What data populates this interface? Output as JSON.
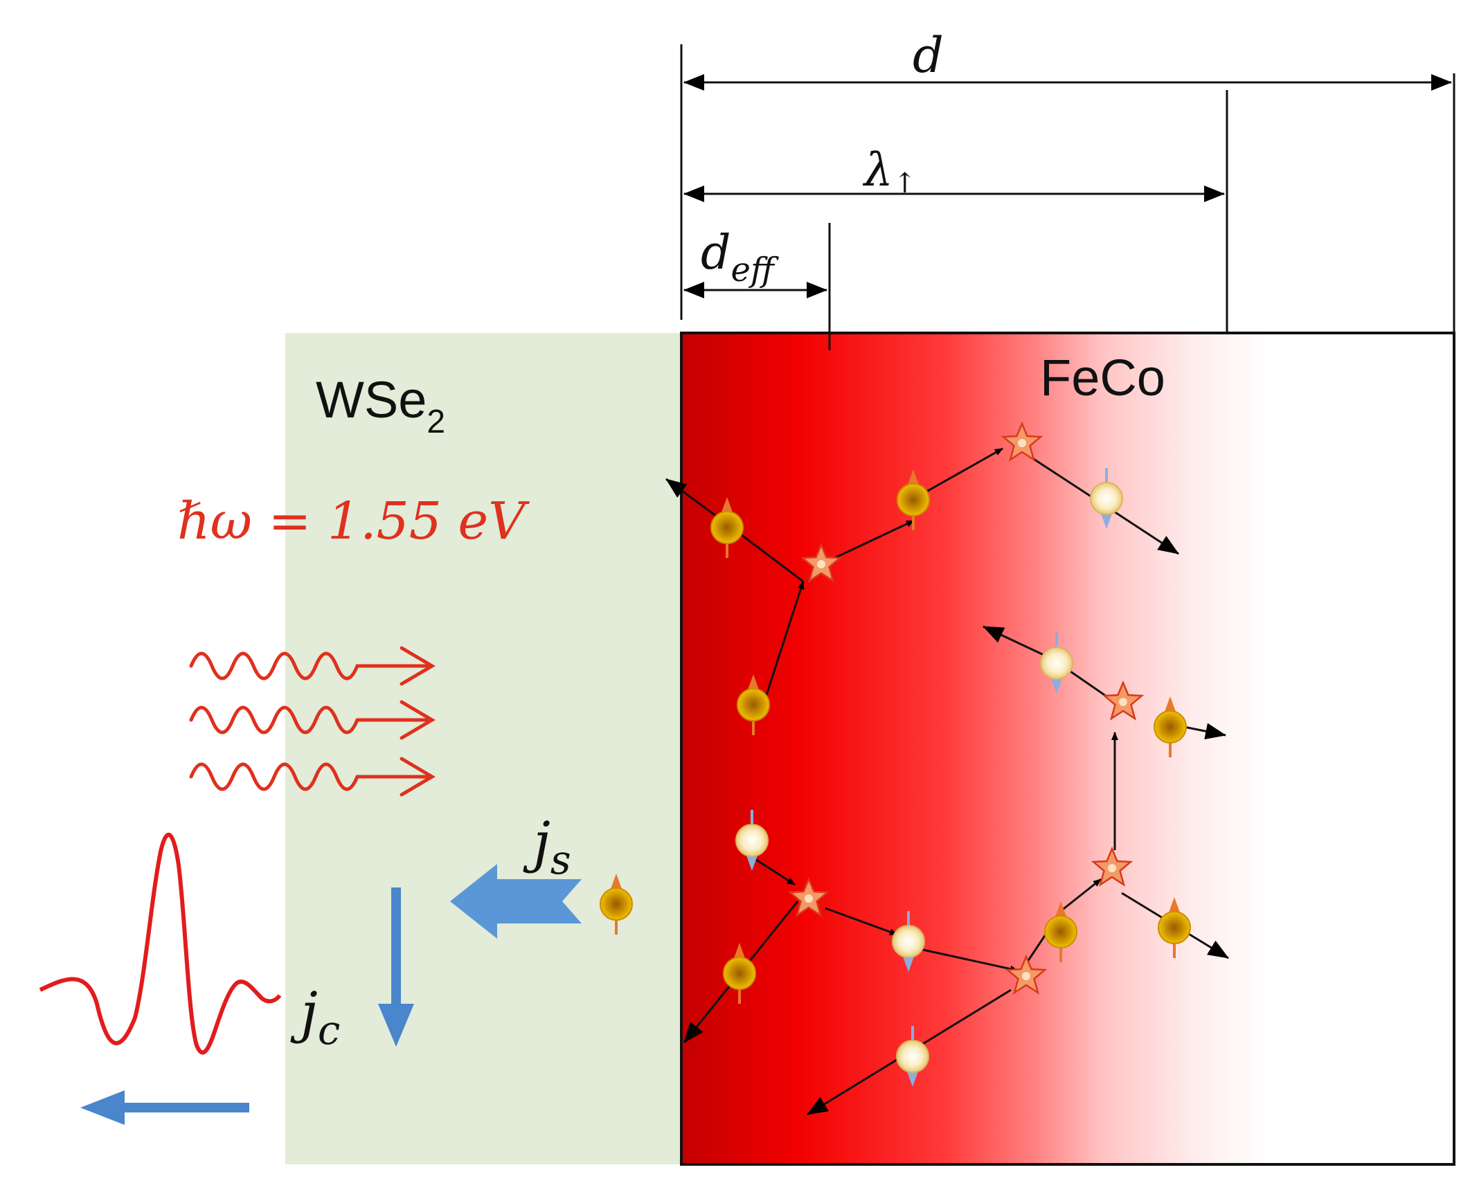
{
  "labels": {
    "d": "d",
    "lambda_main": "λ",
    "lambda_sub": "↑",
    "deff_main": "d",
    "deff_sub": "eff",
    "wse2_main": "WSe",
    "wse2_sub": "2",
    "feco": "FeCo",
    "photon_energy": "ℏω = 1.55 eV",
    "js_main": "j",
    "js_sub": "s",
    "jc_main": "j",
    "jc_sub": "c"
  },
  "colors": {
    "wse2_fill": "#e2ecd8",
    "feco_deep": "#c80000",
    "feco_light": "#ff2a2a",
    "laser": "#e0301e",
    "pulse": "#e21c1c",
    "current": "#4a86cc",
    "spin_up": "#e8782a",
    "spin_down": "#8aaee0",
    "majority": "#d4a000",
    "minority": "#f4e2a8",
    "star": "#f29a6a"
  },
  "icons": [
    "wavy-photon-arrow-icon",
    "thz-pulse-icon",
    "spin-up-electron-icon",
    "spin-down-electron-icon",
    "scattering-star-icon",
    "current-arrow-icon"
  ]
}
